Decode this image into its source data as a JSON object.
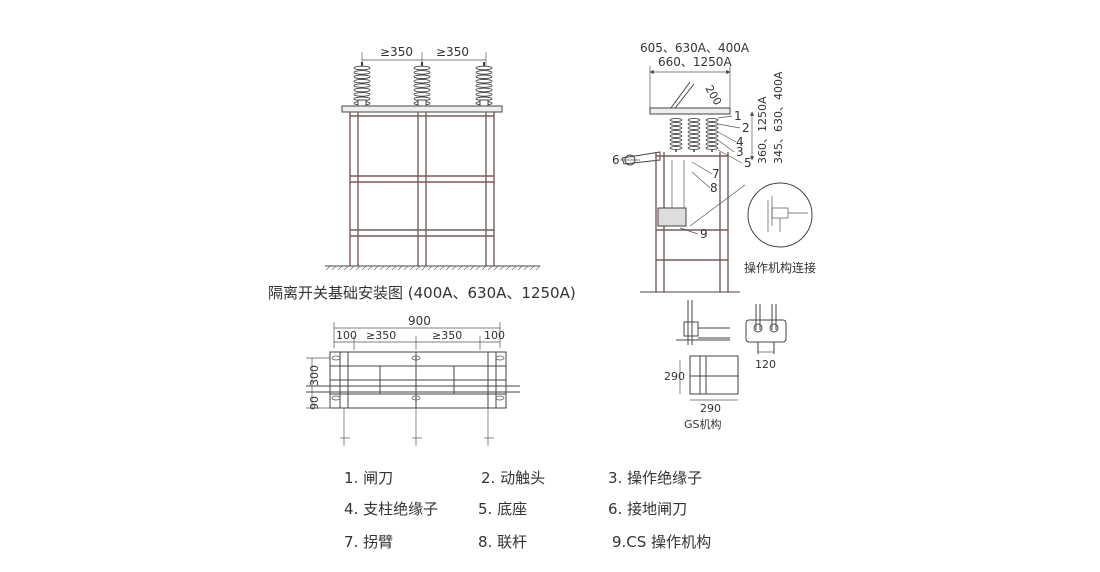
{
  "front_view": {
    "title": "隔离开关基础安装图 (400A、630A、1250A)",
    "dim_left": "≥350",
    "dim_right": "≥350"
  },
  "side_view": {
    "dim_top_1": "605、630A、400A",
    "dim_top_2": "660、1250A",
    "dim_angle": "200",
    "dim_v_1": "360、1250A",
    "dim_v_2": "345、630、400A",
    "part_numbers": [
      "1",
      "2",
      "4",
      "3",
      "5",
      "6",
      "7",
      "8",
      "9"
    ],
    "detail_caption": "操作机构连接"
  },
  "plan_view": {
    "dim_total": "900",
    "dim_100_left": "100",
    "dim_350_left": "≥350",
    "dim_350_right": "≥350",
    "dim_100_right": "100",
    "dim_300": "300",
    "dim_90": "90"
  },
  "gs_view": {
    "dim_290_v": "290",
    "dim_290_h": "290",
    "dim_120": "120",
    "caption": "GS机构"
  },
  "legend": [
    "1. 闸刀",
    "2. 动触头",
    "3. 操作绝缘子",
    "4. 支柱绝缘子",
    "5. 底座",
    "6. 接地闸刀",
    "7. 拐臂",
    "8. 联杆",
    "9.CS 操作机构"
  ]
}
